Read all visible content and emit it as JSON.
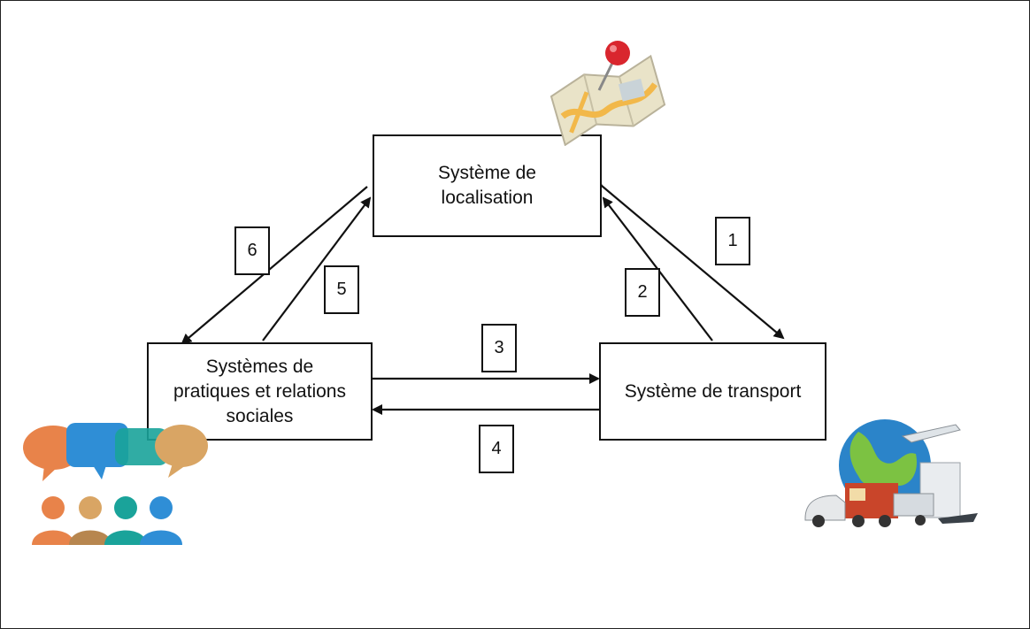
{
  "nodes": {
    "localisation": {
      "label": "Système de\nlocalisation"
    },
    "social": {
      "label": "Systèmes de\npratiques et relations\nsociales"
    },
    "transport": {
      "label": "Système de transport"
    }
  },
  "arrows": [
    {
      "number": "1"
    },
    {
      "number": "2"
    },
    {
      "number": "3"
    },
    {
      "number": "4"
    },
    {
      "number": "5"
    },
    {
      "number": "6"
    }
  ],
  "icons": {
    "localisation": "map-pin-icon",
    "social": "people-speech-bubbles-icon",
    "transport": "globe-transport-vehicles-icon"
  },
  "colors": {
    "line": "#111111",
    "map_pin": "#d9262e",
    "bubble_orange": "#e8834a",
    "bubble_blue": "#2f8ed6",
    "bubble_teal": "#1aa39a",
    "bubble_tan": "#d9a564",
    "globe_blue": "#2b84c9",
    "globe_green": "#7cc242"
  }
}
